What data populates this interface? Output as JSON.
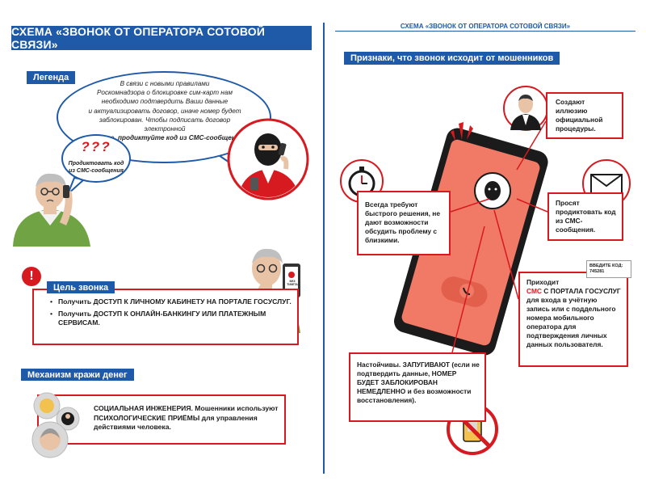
{
  "colors": {
    "blue": "#1e5aa8",
    "red": "#d71920",
    "phone": "#f07a66"
  },
  "header": {
    "title": "СХЕМА «ЗВОНОК ОТ ОПЕРАТОРА СОТОВОЙ СВЯЗИ»",
    "right_caption": "СХЕМА «ЗВОНОК ОТ ОПЕРАТОРА СОТОВОЙ СВЯЗИ»"
  },
  "legend": {
    "label": "Легенда",
    "bubble_text_lines": [
      "В связи с новыми правилами",
      "Роскомнадзора о блокировке сим-карт нам",
      "необходимо подтвердить Ваши данные",
      "и актуализировать договор, иначе номер будет",
      "заблокирован. Чтобы подписать договор электронной",
      "подписью,"
    ],
    "bubble_emphasis": "продиктуйте код из СМС-сообщения.",
    "question_marks": "???",
    "small_bubble_text": "Продиктовать код из СМС-сообщения"
  },
  "phone_screen_text": "БЕЗ ТИКЕТА",
  "goal": {
    "label": "Цель звонка",
    "items": [
      "Получить ДОСТУП К ЛИЧНОМУ КАБИНЕТУ НА ПОРТАЛЕ ГОСУСЛУГ.",
      "Получить ДОСТУП К ОНЛАЙН-БАНКИНГУ ИЛИ ПЛАТЕЖНЫМ СЕРВИСАМ."
    ]
  },
  "mechanism": {
    "label": "Механизм кражи денег",
    "text": "СОЦИАЛЬНАЯ ИНЖЕНЕРИЯ. Мошенники используют ПСИХОЛОГИЧЕСКИЕ ПРИЁМЫ для управления действиями человека."
  },
  "signs": {
    "label": "Признаки, что звонок исходит от мошенников",
    "official": "Создают иллюзию официальной процедуры.",
    "quick": "Всегда требуют быстрого решения, не дают возможности обсудить проблему с близкими.",
    "code": "Просят продиктовать код из СМС-сообщения.",
    "sms_pre": "Приходит",
    "sms_red": "СМС",
    "sms_post": "С ПОРТАЛА ГОСУСЛУГ для входа в учётную запись или с поддельного номера мобильного оператора для подтверждения личных данных пользователя.",
    "code_note": "ВВЕДИТЕ КОД: 745281",
    "persistent": "Настойчивы. ЗАПУГИВАЮТ (если не подтвердить данные, НОМЕР БУДЕТ ЗАБЛОКИРОВАН НЕМЕДЛЕННО и без возможности восстановления)."
  }
}
